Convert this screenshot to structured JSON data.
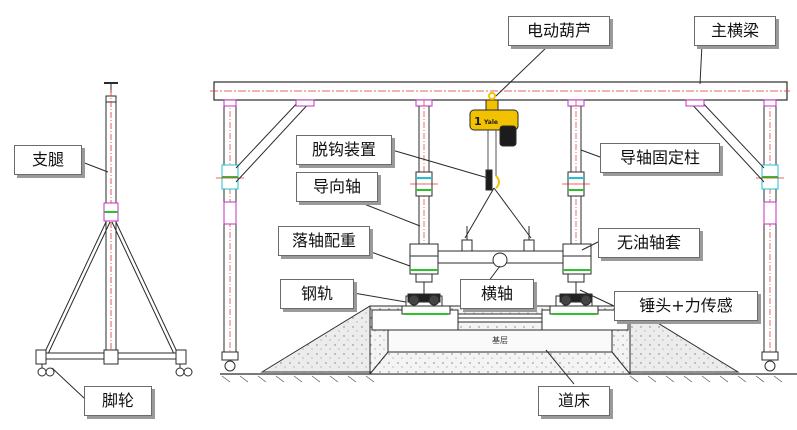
{
  "labels": {
    "support_leg": "支腿",
    "caster": "脚轮",
    "electric_hoist": "电动葫芦",
    "main_beam": "主横梁",
    "unhook_device": "脱钩装置",
    "guide_shaft_column": "导轴固定柱",
    "guide_shaft": "导向轴",
    "drop_weight": "落轴配重",
    "oilless_bushing": "无油轴套",
    "rail": "钢轨",
    "cross_shaft": "横轴",
    "hammer_sensor": "锤头+力传感",
    "track_bed": "道床",
    "concrete_mark": "基层"
  },
  "hoist_brand": "Yale",
  "hoist_number": "1",
  "colors": {
    "line": "#2b2b2b",
    "hoist_yellow": "#f2c200",
    "hoist_dark": "#1c1c1c",
    "red_axis": "#e03030",
    "magenta": "#c030c0",
    "green": "#2fbf2f",
    "cyan": "#20c0d0",
    "bed_fill": "#ececec",
    "label_border": "#6b6b6b"
  }
}
